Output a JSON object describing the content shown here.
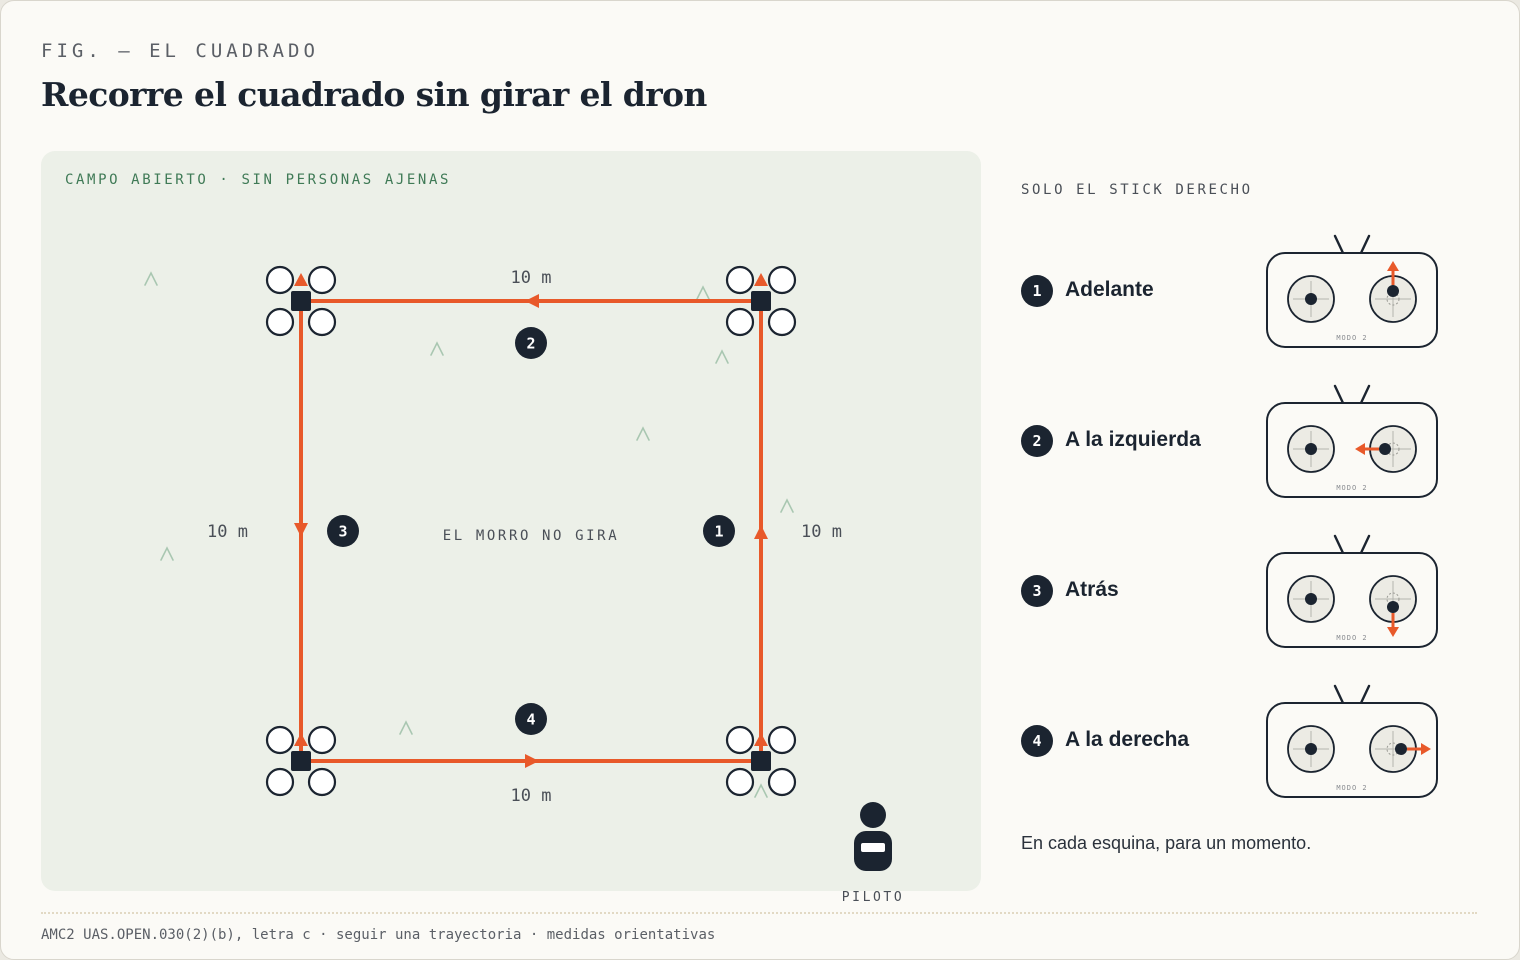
{
  "header": {
    "kicker": "FIG. — EL CUADRADO",
    "title": "Recorre el cuadrado sin girar el dron"
  },
  "field": {
    "label": "CAMPO ABIERTO · SIN PERSONAS AJENAS",
    "center_label": "EL MORRO NO GIRA",
    "sides": [
      {
        "id": "top",
        "distance": "10 m",
        "leg": "2"
      },
      {
        "id": "right",
        "distance": "10 m",
        "leg": "1"
      },
      {
        "id": "left",
        "distance": "10 m",
        "leg": "3"
      },
      {
        "id": "bottom",
        "distance": "10 m",
        "leg": "4"
      }
    ],
    "pilot_label": "PILOTO"
  },
  "panel": {
    "title": "SOLO EL STICK DERECHO",
    "mode_label": "MODO 2",
    "steps": [
      {
        "number": "1",
        "label": "Adelante",
        "direction": "up"
      },
      {
        "number": "2",
        "label": "A la izquierda",
        "direction": "left"
      },
      {
        "number": "3",
        "label": "Atrás",
        "direction": "down"
      },
      {
        "number": "4",
        "label": "A la derecha",
        "direction": "right"
      }
    ],
    "note": "En cada esquina, para un momento."
  },
  "footer": {
    "citation": "AMC2 UAS.OPEN.030(2)(b), letra c · seguir una trayectoria · medidas orientativas"
  },
  "colors": {
    "accent": "#e8592a",
    "ink": "#1b2430",
    "field_bg": "#ecf0e8",
    "field_label": "#3f7a56",
    "grass": "#a9c7b1"
  }
}
